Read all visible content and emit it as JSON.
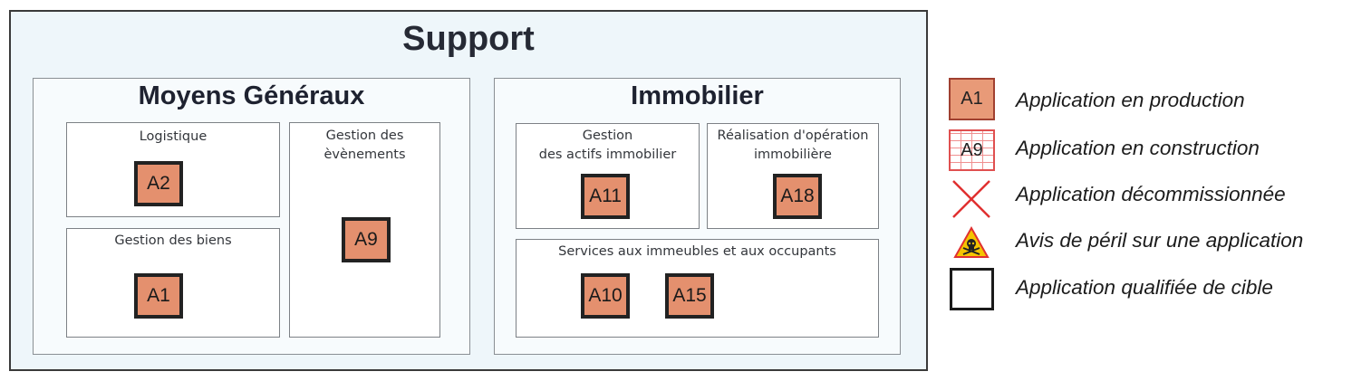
{
  "title": "Support",
  "groups": {
    "moyens": {
      "title": "Moyens Généraux",
      "logistique": {
        "label": "Logistique",
        "app": "A2"
      },
      "evenements": {
        "label": "Gestion des\nèvènements",
        "app": "A9"
      },
      "biens": {
        "label": "Gestion des biens",
        "app": "A1"
      }
    },
    "immobilier": {
      "title": "Immobilier",
      "actifs": {
        "label": "Gestion\ndes actifs immobilier",
        "app": "A11"
      },
      "operation": {
        "label": "Réalisation d'opération\nimmobilière",
        "app": "A18"
      },
      "services": {
        "label": "Services aux immeubles et aux occupants",
        "apps": [
          "A10",
          "A15"
        ]
      }
    }
  },
  "legend": {
    "production": {
      "symbol": "A1",
      "text": "Application en production",
      "color": "#e89a78"
    },
    "construction": {
      "symbol": "A9",
      "text": "Application en construction",
      "color": "#e05050"
    },
    "decommission": {
      "icon": "red-cross-icon",
      "text": "Application décommissionnée",
      "color": "#e03030"
    },
    "peril": {
      "icon": "skull-warning-icon",
      "text": "Avis de péril sur une application",
      "color": "#f5c400"
    },
    "cible": {
      "icon": "empty-square-icon",
      "text": "Application qualifiée de cible"
    }
  }
}
